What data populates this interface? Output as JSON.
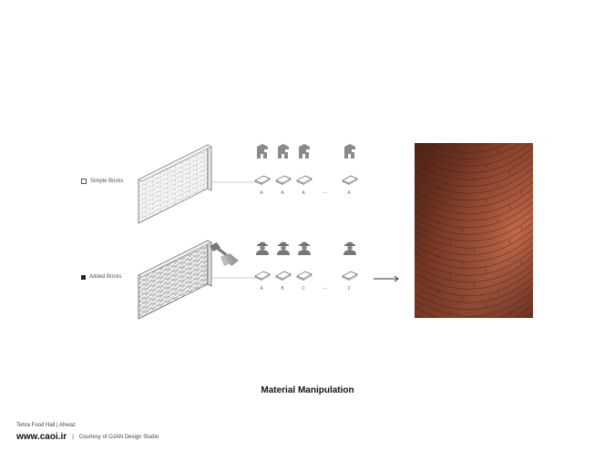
{
  "rows": [
    {
      "label": "Simple Bricks",
      "marker": "empty-square",
      "letters": [
        "A",
        "A",
        "A",
        "A"
      ],
      "worker_icon": "machine-press-icon"
    },
    {
      "label": "Added Bricks",
      "marker": "filled-square",
      "letters": [
        "A",
        "B",
        "C",
        "Z"
      ],
      "worker_icon": "worker-helmet-icon"
    }
  ],
  "ellipsis": "...",
  "title": "Material Manipulation",
  "footer": {
    "project": "Tehra Food Hall  |  Ahwaz",
    "brand": "www.caoi.ir",
    "separator": "|",
    "courtesy": "Courtesy of OJAN Design Studio"
  },
  "colors": {
    "brick_photo_base": "#a8523a",
    "icon_gray": "#8a8a8a",
    "line": "#333333"
  }
}
